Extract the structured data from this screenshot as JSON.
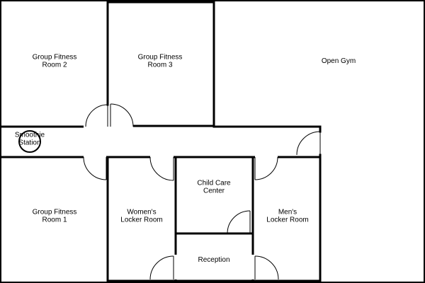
{
  "colors": {
    "wall": "#000000",
    "background": "#ffffff"
  },
  "rooms": {
    "group_fitness_2": [
      "Group Fitness",
      "Room 2"
    ],
    "group_fitness_3": [
      "Group Fitness",
      "Room 3"
    ],
    "open_gym": [
      "Open Gym"
    ],
    "smoothie_station": [
      "Smoothie",
      "Station"
    ],
    "group_fitness_1": [
      "Group Fitness",
      "Room 1"
    ],
    "womens_locker_room": [
      "Women's",
      "Locker Room"
    ],
    "child_care_center": [
      "Child Care",
      "Center"
    ],
    "mens_locker_room": [
      "Men's",
      "Locker Room"
    ],
    "reception": [
      "Reception"
    ]
  }
}
